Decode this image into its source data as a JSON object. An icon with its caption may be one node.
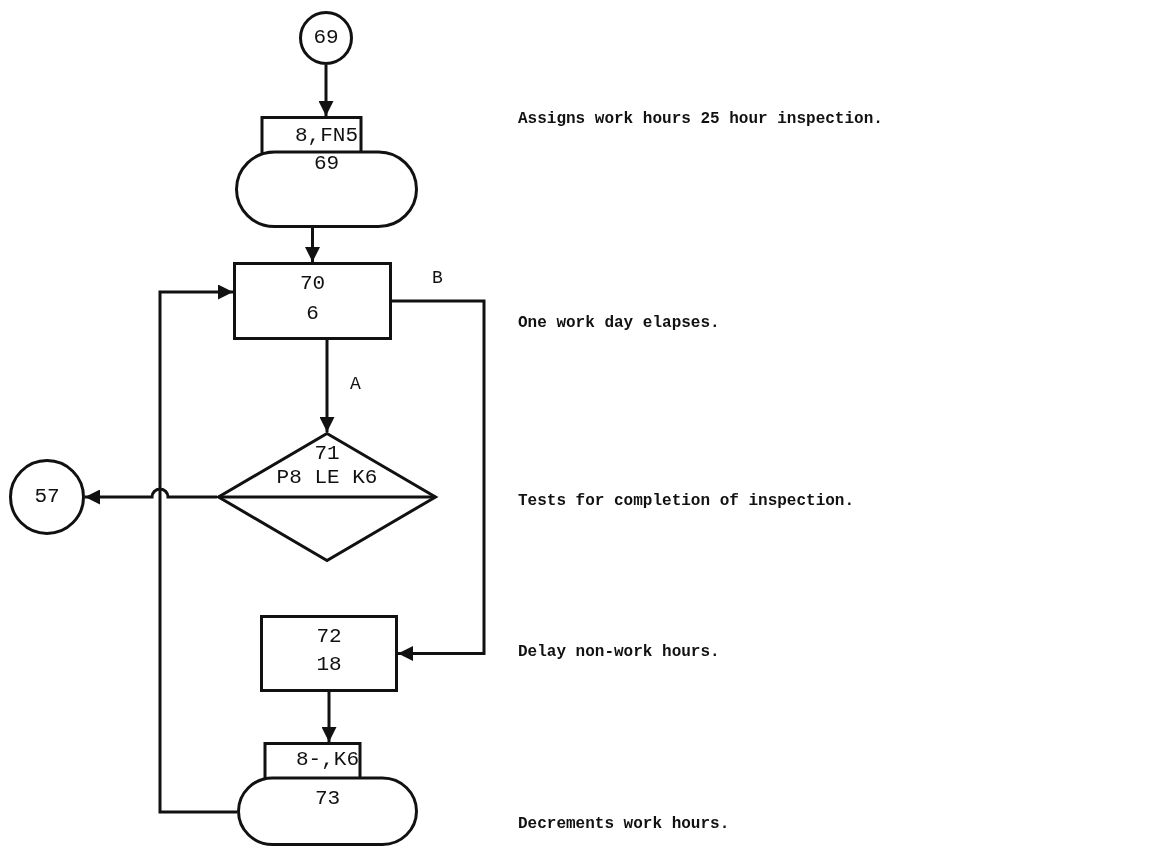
{
  "diagram": {
    "nodes": [
      {
        "text": [
          "69"
        ]
      },
      {
        "text": [
          "8,FN5",
          "69"
        ]
      },
      {
        "text": [
          "70",
          "6"
        ]
      },
      {
        "text": [
          "71",
          "P8 LE K6"
        ]
      },
      {
        "text": [
          "57"
        ]
      },
      {
        "text": [
          "72",
          "18"
        ]
      },
      {
        "text": [
          "8-,K6",
          "73"
        ]
      }
    ],
    "edges": [
      {
        "from": 0,
        "to": 1,
        "arrow": "to"
      },
      {
        "from": 1,
        "to": 2,
        "arrow": "to"
      },
      {
        "from": 2,
        "to": 3,
        "arrow": "to",
        "label": "A"
      },
      {
        "from": 2,
        "to": 5,
        "arrow": "to",
        "label": "B"
      },
      {
        "from": 3,
        "to": 4,
        "arrow": "to"
      },
      {
        "from": 5,
        "to": 6,
        "arrow": "to"
      },
      {
        "from": 6,
        "to": 2,
        "arrow": "to"
      }
    ],
    "labels": [
      "Assigns work hours 25 hour inspection.",
      "One work day elapses.",
      "Tests for completion of inspection.",
      "Delay non-work hours.",
      "Decrements work hours."
    ]
  }
}
